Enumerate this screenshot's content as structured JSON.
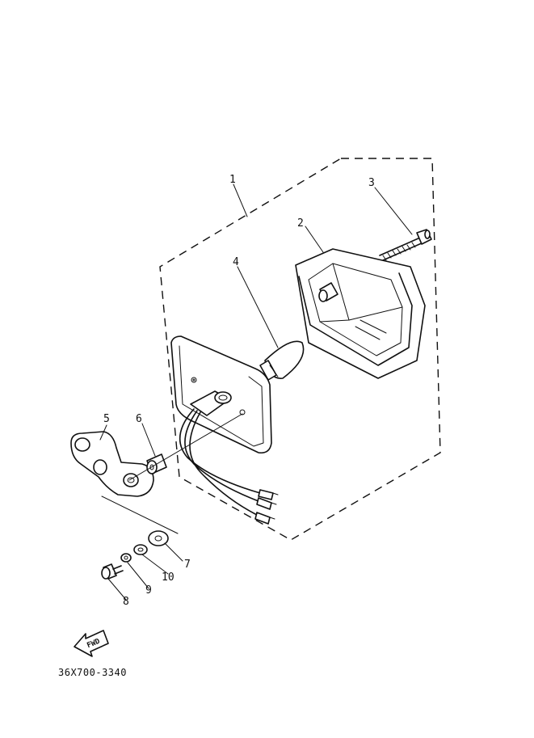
{
  "diagram": {
    "drawing_code": "36X700-3340",
    "fwd_label": "FWD",
    "callouts": [
      {
        "id": "1",
        "label": "1"
      },
      {
        "id": "2",
        "label": "2"
      },
      {
        "id": "3",
        "label": "3"
      },
      {
        "id": "4",
        "label": "4"
      },
      {
        "id": "5",
        "label": "5"
      },
      {
        "id": "6",
        "label": "6"
      },
      {
        "id": "7",
        "label": "7"
      },
      {
        "id": "8",
        "label": "8"
      },
      {
        "id": "9",
        "label": "9"
      },
      {
        "id": "10",
        "label": "10"
      }
    ]
  }
}
